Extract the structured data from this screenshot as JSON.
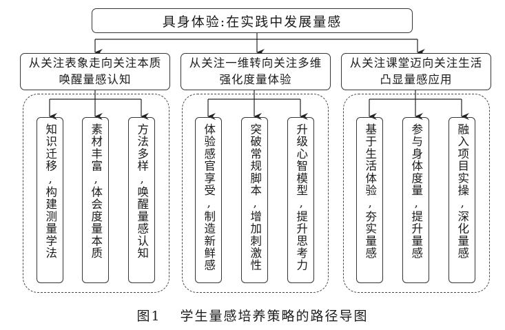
{
  "root": {
    "label": "具身体验:在实践中发展量感"
  },
  "branches": [
    {
      "title_line1": "从关注表象走向关注本质",
      "title_line2": "唤醒量感认知",
      "leaves": [
        {
          "label": "知识迁移,构建测量学法"
        },
        {
          "label": "素材丰富,体会度量本质"
        },
        {
          "label": "方法多样,唤醒量感认知"
        }
      ]
    },
    {
      "title_line1": "从关注一维转向关注多维",
      "title_line2": "强化度量体验",
      "leaves": [
        {
          "label": "体验感官享受,制造新鲜感"
        },
        {
          "label": "突破常规脚本,增加刺激性"
        },
        {
          "label": "升级心智模型,提升思考力"
        }
      ]
    },
    {
      "title_line1": "从关注课堂迈向关注生活",
      "title_line2": "凸显量感应用",
      "leaves": [
        {
          "label": "基于生活体验,夯实量感"
        },
        {
          "label": "参与身体度量,提升量感"
        },
        {
          "label": "融入项目实操,深化量感"
        }
      ]
    }
  ],
  "caption": {
    "figure_number": "图1",
    "title": "学生量感培养策略的路径导图"
  }
}
